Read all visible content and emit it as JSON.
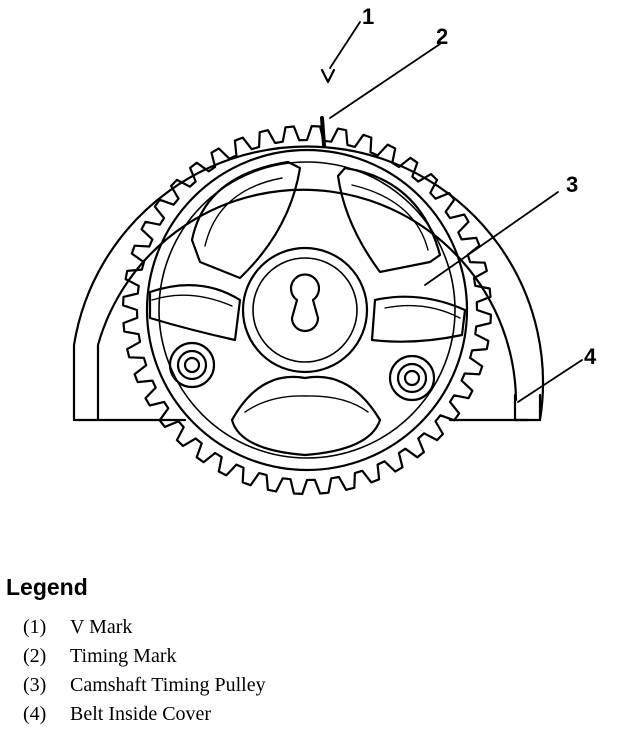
{
  "callouts": [
    {
      "id": "1"
    },
    {
      "id": "2"
    },
    {
      "id": "3"
    },
    {
      "id": "4"
    }
  ],
  "legend": {
    "title": "Legend",
    "items": [
      {
        "num": "(1)",
        "label": "V Mark"
      },
      {
        "num": "(2)",
        "label": "Timing Mark"
      },
      {
        "num": "(3)",
        "label": "Camshaft Timing Pulley"
      },
      {
        "num": "(4)",
        "label": "Belt Inside Cover"
      }
    ]
  },
  "colors": {
    "ink": "#000000",
    "paper": "#ffffff"
  }
}
